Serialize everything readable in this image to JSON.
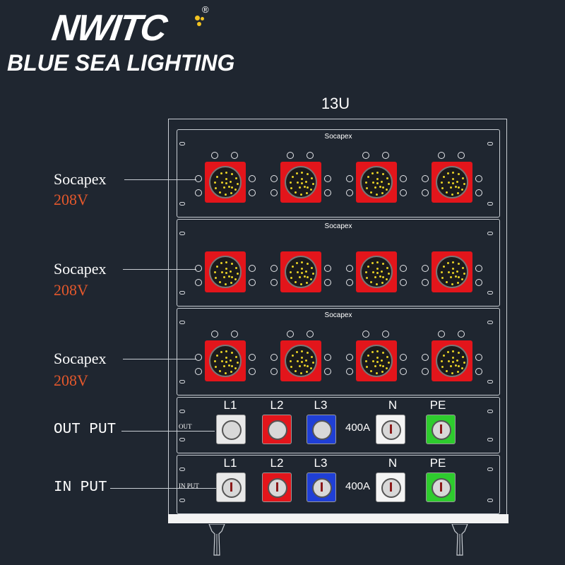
{
  "brand": {
    "logo_text": "NWITC",
    "registered": "®",
    "subtitle": "BLUE SEA LIGHTING",
    "accent_color": "#f2c321"
  },
  "rack": {
    "size_label": "13U"
  },
  "socapex_panels": [
    {
      "title": "Socapex",
      "side_label": "Socapex",
      "voltage": "208V",
      "connector_count": 4
    },
    {
      "title": "Socapex",
      "side_label": "Socapex",
      "voltage": "208V",
      "connector_count": 4
    },
    {
      "title": "Socapex",
      "side_label": "Socapex",
      "voltage": "208V",
      "connector_count": 4
    }
  ],
  "output_panel": {
    "side_label": "OUT PUT",
    "panel_tag": "OUT",
    "amperage": "400A",
    "phases": [
      {
        "label": "L1",
        "color": "#e9e9e9"
      },
      {
        "label": "L2",
        "color": "#e3151b"
      },
      {
        "label": "L3",
        "color": "#1f3fd6"
      },
      {
        "label": "N",
        "color": "#f4f4f4"
      },
      {
        "label": "PE",
        "color": "#2ecc2e"
      }
    ]
  },
  "input_panel": {
    "side_label": "IN PUT",
    "panel_tag": "IN PUT",
    "amperage": "400A",
    "phases": [
      {
        "label": "L1",
        "color": "#e9e9e9"
      },
      {
        "label": "L2",
        "color": "#e3151b"
      },
      {
        "label": "L3",
        "color": "#1f3fd6"
      },
      {
        "label": "N",
        "color": "#f4f4f4"
      },
      {
        "label": "PE",
        "color": "#2ecc2e"
      }
    ]
  },
  "colors": {
    "background": "#1f2630",
    "socapex_connector": "#e3151b",
    "voltage_text": "#e5582c"
  }
}
